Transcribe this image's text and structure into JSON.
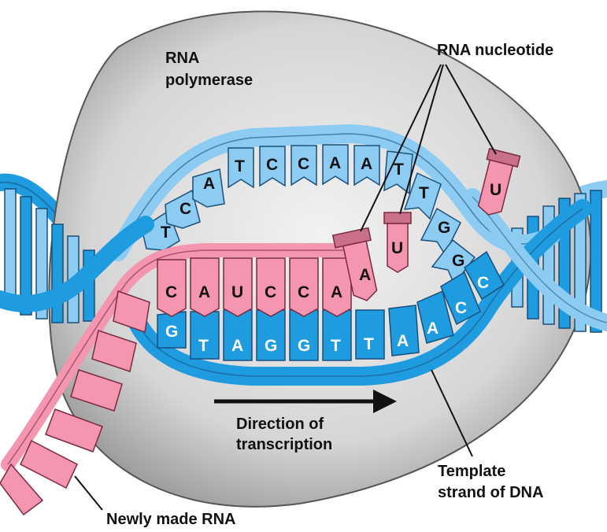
{
  "labels": {
    "polymerase_line1": "RNA",
    "polymerase_line2": "polymerase",
    "nucleotide": "RNA nucleotide",
    "direction_line1": "Direction of",
    "direction_line2": "transcription",
    "template_line1": "Template",
    "template_line2": "strand of DNA",
    "newly_rna": "Newly made RNA"
  },
  "sequences": {
    "coding_strand": [
      "T",
      "C",
      "A",
      "T",
      "C",
      "C",
      "A",
      "A",
      "T",
      "T",
      "G",
      "G"
    ],
    "template_strand": [
      "G",
      "T",
      "A",
      "G",
      "G",
      "T",
      "T",
      "A",
      "A",
      "C",
      "C"
    ],
    "rna_strand": [
      "C",
      "A",
      "U",
      "C",
      "C",
      "A"
    ],
    "free_nucleotides": [
      "A",
      "U",
      "U"
    ]
  },
  "colors": {
    "dna_light": "#8ccbf2",
    "dna_dark": "#1f9be0",
    "dna_outline": "#1a4f7a",
    "rna": "#f596b0",
    "rna_outline": "#7a2a40",
    "polymerase": "#dcdcdc"
  }
}
